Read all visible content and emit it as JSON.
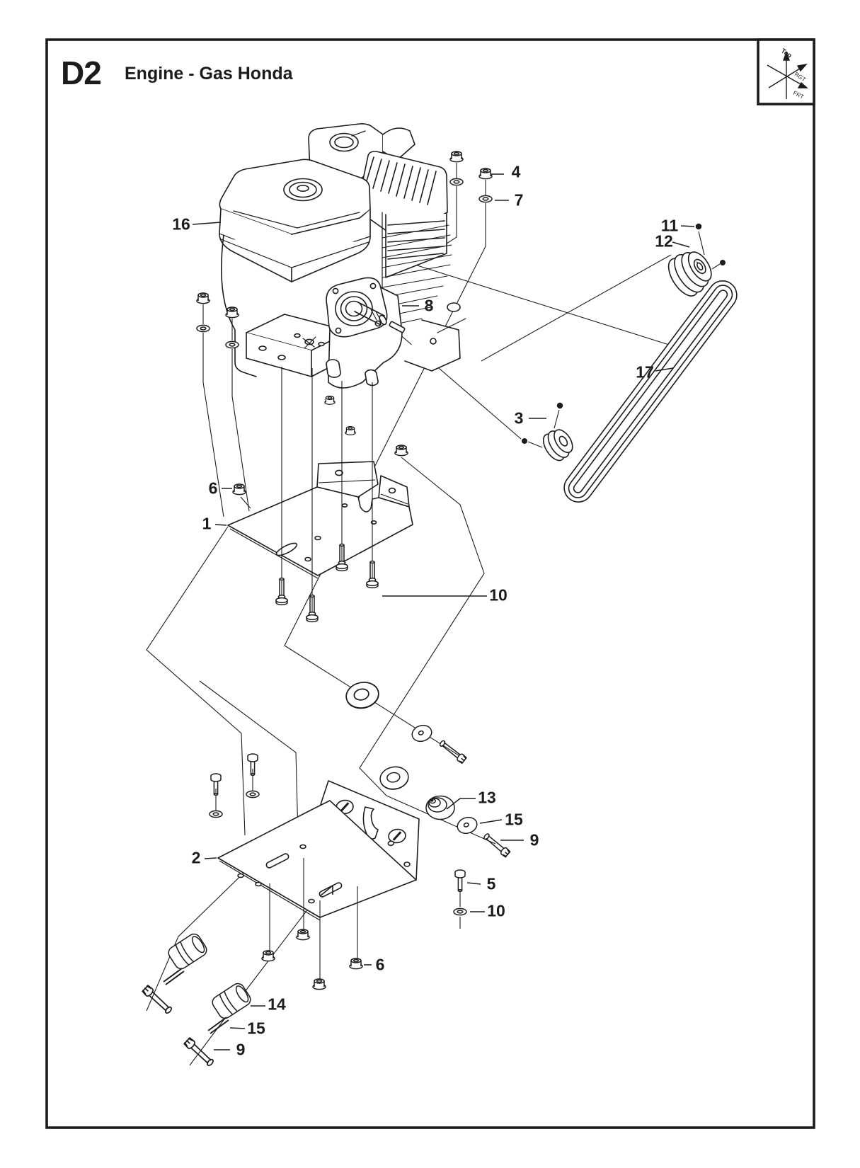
{
  "page": {
    "code": "D2",
    "title": "Engine - Gas Honda"
  },
  "orientation": {
    "up": "Top",
    "right": "RGT",
    "front": "FRT"
  },
  "colors": {
    "ink": "#1c1c1c",
    "paper": "#ffffff"
  },
  "callouts": [
    {
      "label": "16"
    },
    {
      "label": "4"
    },
    {
      "label": "7"
    },
    {
      "label": "11"
    },
    {
      "label": "12"
    },
    {
      "label": "8"
    },
    {
      "label": "17"
    },
    {
      "label": "3"
    },
    {
      "label": "6"
    },
    {
      "label": "1"
    },
    {
      "label": "10"
    },
    {
      "label": "13"
    },
    {
      "label": "15"
    },
    {
      "label": "9"
    },
    {
      "label": "5"
    },
    {
      "label": "10"
    },
    {
      "label": "2"
    },
    {
      "label": "6"
    },
    {
      "label": "14"
    },
    {
      "label": "15"
    },
    {
      "label": "9"
    }
  ]
}
